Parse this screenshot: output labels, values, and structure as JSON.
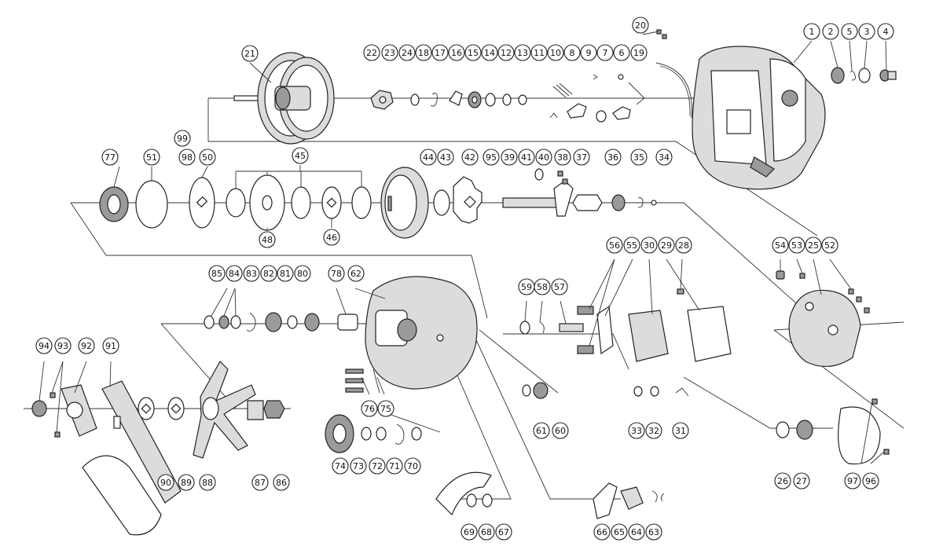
{
  "diagram": {
    "type": "exploded-parts-diagram",
    "callouts": [
      {
        "n": "1"
      },
      {
        "n": "2"
      },
      {
        "n": "5"
      },
      {
        "n": "3"
      },
      {
        "n": "4"
      },
      {
        "n": "20"
      },
      {
        "n": "21"
      },
      {
        "n": "22"
      },
      {
        "n": "23"
      },
      {
        "n": "24"
      },
      {
        "n": "18"
      },
      {
        "n": "17"
      },
      {
        "n": "16"
      },
      {
        "n": "15"
      },
      {
        "n": "14"
      },
      {
        "n": "12"
      },
      {
        "n": "13"
      },
      {
        "n": "11"
      },
      {
        "n": "10"
      },
      {
        "n": "8"
      },
      {
        "n": "9"
      },
      {
        "n": "7"
      },
      {
        "n": "6"
      },
      {
        "n": "19"
      },
      {
        "n": "99"
      },
      {
        "n": "98"
      },
      {
        "n": "77"
      },
      {
        "n": "51"
      },
      {
        "n": "50"
      },
      {
        "n": "45"
      },
      {
        "n": "44"
      },
      {
        "n": "43"
      },
      {
        "n": "42"
      },
      {
        "n": "95"
      },
      {
        "n": "39"
      },
      {
        "n": "41"
      },
      {
        "n": "40"
      },
      {
        "n": "38"
      },
      {
        "n": "37"
      },
      {
        "n": "36"
      },
      {
        "n": "35"
      },
      {
        "n": "34"
      },
      {
        "n": "48"
      },
      {
        "n": "46"
      },
      {
        "n": "85"
      },
      {
        "n": "84"
      },
      {
        "n": "83"
      },
      {
        "n": "82"
      },
      {
        "n": "81"
      },
      {
        "n": "80"
      },
      {
        "n": "78"
      },
      {
        "n": "62"
      },
      {
        "n": "59"
      },
      {
        "n": "58"
      },
      {
        "n": "57"
      },
      {
        "n": "56"
      },
      {
        "n": "55"
      },
      {
        "n": "30"
      },
      {
        "n": "29"
      },
      {
        "n": "28"
      },
      {
        "n": "54"
      },
      {
        "n": "53"
      },
      {
        "n": "25"
      },
      {
        "n": "52"
      },
      {
        "n": "94"
      },
      {
        "n": "93"
      },
      {
        "n": "92"
      },
      {
        "n": "91"
      },
      {
        "n": "90"
      },
      {
        "n": "89"
      },
      {
        "n": "88"
      },
      {
        "n": "87"
      },
      {
        "n": "86"
      },
      {
        "n": "76"
      },
      {
        "n": "75"
      },
      {
        "n": "74"
      },
      {
        "n": "73"
      },
      {
        "n": "72"
      },
      {
        "n": "71"
      },
      {
        "n": "70"
      },
      {
        "n": "61"
      },
      {
        "n": "60"
      },
      {
        "n": "33"
      },
      {
        "n": "32"
      },
      {
        "n": "31"
      },
      {
        "n": "26"
      },
      {
        "n": "27"
      },
      {
        "n": "97"
      },
      {
        "n": "96"
      },
      {
        "n": "69"
      },
      {
        "n": "68"
      },
      {
        "n": "67"
      },
      {
        "n": "66"
      },
      {
        "n": "65"
      },
      {
        "n": "64"
      },
      {
        "n": "63"
      }
    ]
  }
}
